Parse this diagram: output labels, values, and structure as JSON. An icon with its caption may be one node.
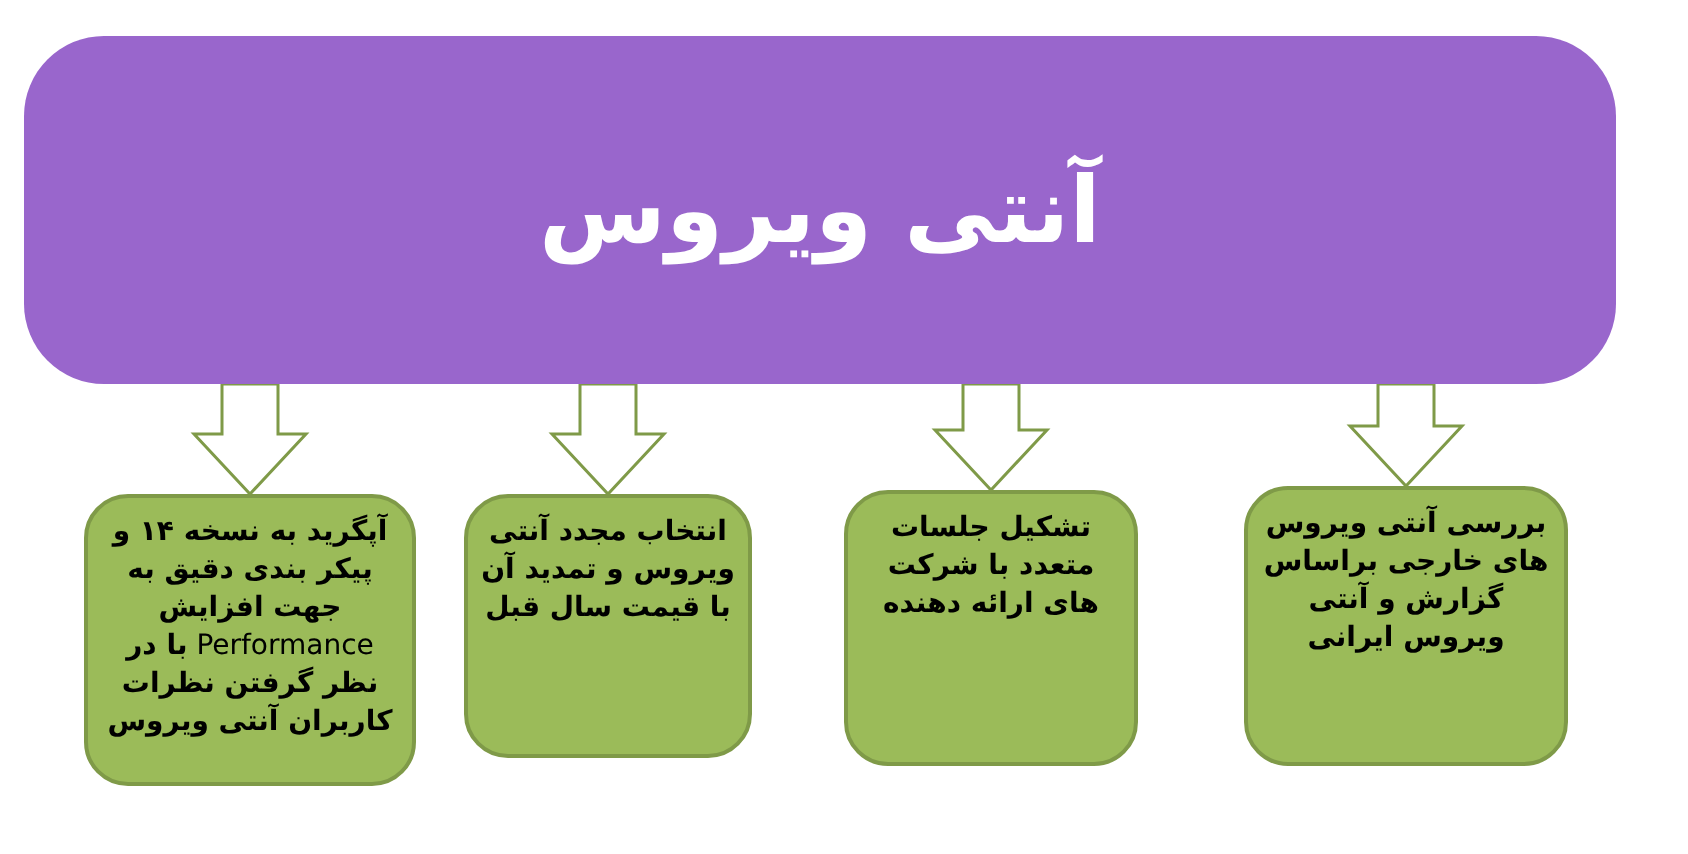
{
  "diagram": {
    "nodes": [
      {
        "text": [
          "آنتی ویروس"
        ]
      },
      {
        "text": [
          "بررسی آنتی ویروس های خارجی براساس گزارش و آنتی ویروس ایرانی"
        ]
      },
      {
        "text": [
          "تشکیل جلسات متعدد با شرکت های ارائه دهنده"
        ]
      },
      {
        "text": [
          "انتخاب مجدد آنتی ویروس و تمدید آن با قیمت سال قبل"
        ]
      },
      {
        "text": [
          "**آپگرید به نسخه ۱۴ و پیکر بندی دقیق به جهت افزایش** Performance **با در نظر گرفتن نظرات کاربران آنتی ویروس**"
        ]
      }
    ],
    "edges": [
      {
        "from": 0,
        "to": 1,
        "arrow": "to"
      },
      {
        "from": 0,
        "to": 2,
        "arrow": "to"
      },
      {
        "from": 0,
        "to": 3,
        "arrow": "to"
      },
      {
        "from": 0,
        "to": 4,
        "arrow": "to"
      }
    ]
  }
}
